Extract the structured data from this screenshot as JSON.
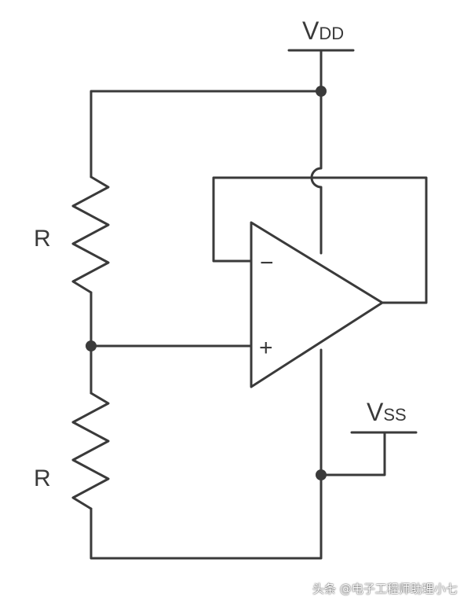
{
  "labels": {
    "vdd_main": "V",
    "vdd_sub": "DD",
    "vss_main": "V",
    "vss_sub": "SS",
    "r_top": "R",
    "r_bottom": "R",
    "minus": "−",
    "plus": "+"
  },
  "watermark": "头条 @电子工程师助理小七",
  "colors": {
    "wire": "#3a3a3a",
    "background": "#ffffff"
  }
}
